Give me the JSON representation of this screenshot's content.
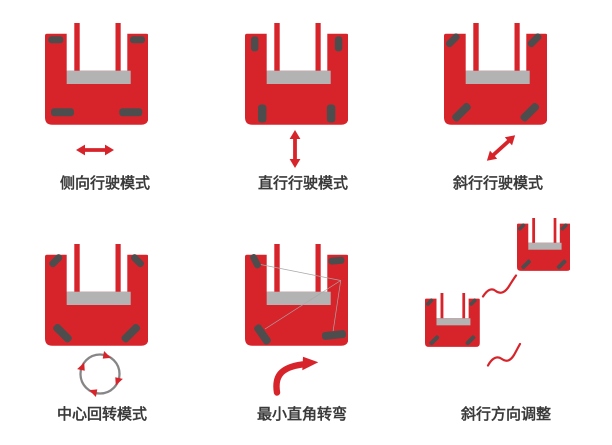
{
  "colors": {
    "red": "#d7242b",
    "load_bar_gray": "#b3b3b3",
    "wheel_gray": "#4d4d4d",
    "label_text": "#3a3a3a",
    "pivot_line_gray": "#a8a8a8",
    "rotation_circle_gray": "#868686",
    "background": "#ffffff"
  },
  "cells": [
    {
      "label": "侧向行驶模式",
      "wheel_orientation": "horizontal",
      "motion_symbol": "horizontal-double-arrow"
    },
    {
      "label": "直行行驶模式",
      "wheel_orientation": "vertical",
      "motion_symbol": "vertical-double-arrow"
    },
    {
      "label": "斜行行驶模式",
      "wheel_orientation": "diagonal",
      "motion_symbol": "diagonal-double-arrow"
    },
    {
      "label": "中心回转模式",
      "wheel_orientation": "rotation",
      "motion_symbol": "clockwise-rotation-circle"
    },
    {
      "label": "最小直角转弯",
      "wheel_orientation": "turn",
      "motion_symbol": "curved-turn-arrow"
    },
    {
      "label": "斜行方向调整",
      "wheel_orientation": "diagonal",
      "motion_symbol": "s-curve-paths"
    }
  ]
}
